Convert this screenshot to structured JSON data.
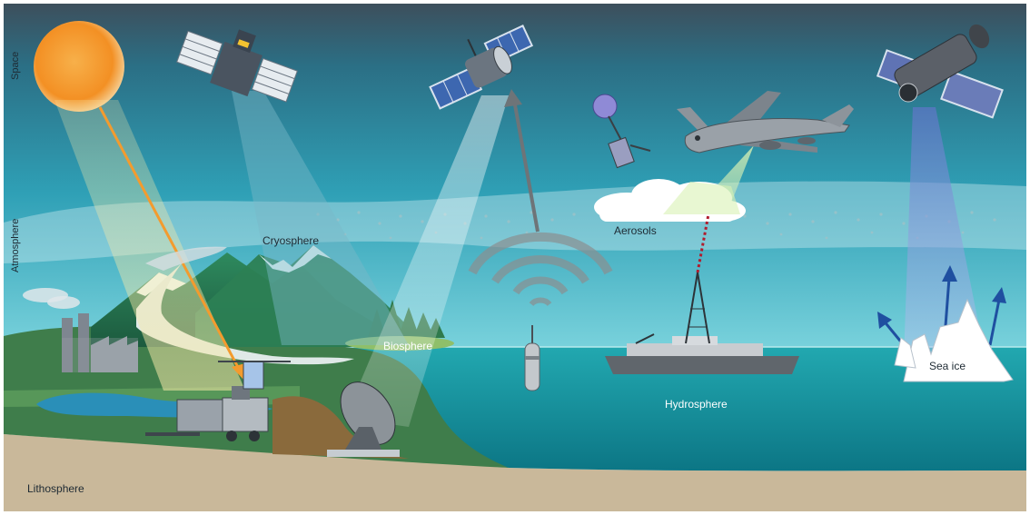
{
  "layers": {
    "space": "Space",
    "atmosphere": "Atmosphere",
    "lithosphere": "Lithosphere"
  },
  "labels": {
    "cryosphere": "Cryosphere",
    "biosphere": "Biosphere",
    "aerosols": "Aerosols",
    "hydrosphere": "Hydrosphere",
    "sea_ice": "Sea ice"
  },
  "colors": {
    "sky_top": "#3c5563",
    "sky_mid": "#2f8fa6",
    "sky_low": "#5fc3d3",
    "ocean": "#1a9aa6",
    "ocean_deep": "#0f7f8d",
    "ground": "#c8b79b",
    "grass": "#3f7a4a",
    "sun": "#f39b2e",
    "arrow_orange": "#f39b2e",
    "arrow_blue": "#1f4fa0"
  }
}
